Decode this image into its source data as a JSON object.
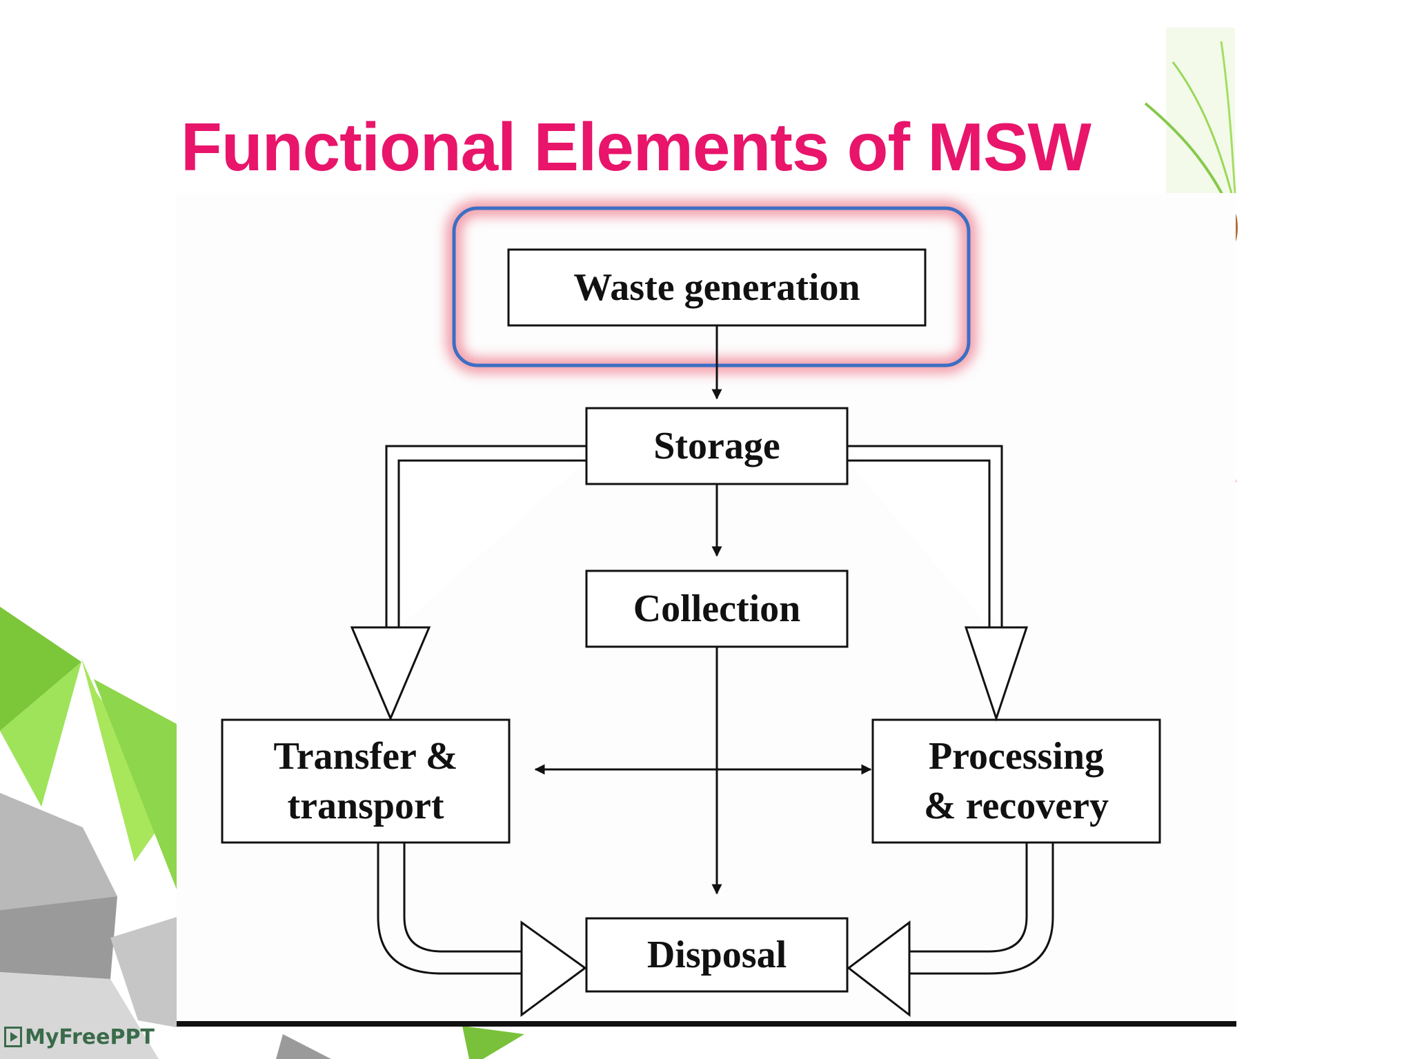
{
  "slide": {
    "title": "Functional Elements of MSW",
    "watermark": "MyFreePPT"
  },
  "diagram": {
    "nodes": {
      "waste_generation": "Waste generation",
      "storage": "Storage",
      "collection": "Collection",
      "transfer_line1": "Transfer &",
      "transfer_line2": "transport",
      "processing_line1": "Processing",
      "processing_line2": "& recovery",
      "disposal": "Disposal"
    },
    "highlight": {
      "node": "waste_generation",
      "outline_color": "#3b6fc4",
      "glow_color": "#f08a9a"
    }
  },
  "colors": {
    "title": "#e8156b",
    "decor_green": "#8bd94a",
    "decor_grey": "#a7a7a7",
    "ink": "#111111"
  }
}
